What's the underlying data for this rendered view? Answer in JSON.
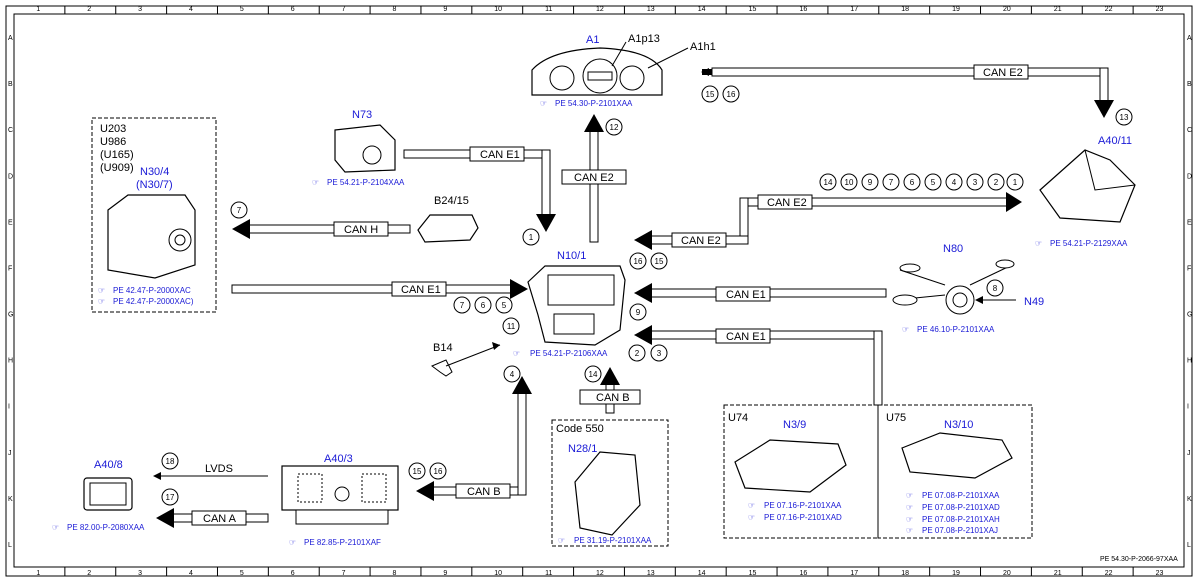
{
  "grid": {
    "columns": [
      "1",
      "2",
      "3",
      "4",
      "5",
      "6",
      "7",
      "8",
      "9",
      "10",
      "11",
      "12",
      "13",
      "14",
      "15",
      "16",
      "17",
      "18",
      "19",
      "20",
      "21",
      "22",
      "23"
    ],
    "rows": [
      "A",
      "B",
      "C",
      "D",
      "E",
      "F",
      "G",
      "H",
      "I",
      "J",
      "K",
      "L"
    ]
  },
  "document_number": "PE 54.30-P-2066-97XAA",
  "components": {
    "a1": {
      "label": "A1",
      "sub1": "A1p13",
      "sub2": "A1h1",
      "ref": "PE 54.30-P-2101XAA"
    },
    "a40_11": {
      "label": "A40/11",
      "ref": "PE 54.21-P-2129XAA"
    },
    "n73": {
      "label": "N73",
      "ref": "PE 54.21-P-2104XAA"
    },
    "n30": {
      "variants": [
        "U203",
        "U986",
        "(U165)",
        "(U909)"
      ],
      "label": "N30/4",
      "label2": "(N30/7)",
      "ref1": "PE 42.47-P-2000XAC",
      "ref2": "PE 42.47-P-2000XAC)"
    },
    "b24": {
      "label": "B24/15"
    },
    "n10": {
      "label": "N10/1",
      "ref": "PE 54.21-P-2106XAA"
    },
    "b14": {
      "label": "B14"
    },
    "n80": {
      "label": "N80",
      "label2": "N49",
      "ref": "PE 46.10-P-2101XAA"
    },
    "n28": {
      "code": "Code 550",
      "label": "N28/1",
      "ref": "PE 31.19-P-2101XAA"
    },
    "n3_9": {
      "variant": "U74",
      "label": "N3/9",
      "ref1": "PE 07.16-P-2101XAA",
      "ref2": "PE 07.16-P-2101XAD"
    },
    "n3_10": {
      "variant": "U75",
      "label": "N3/10",
      "refs": [
        "PE 07.08-P-2101XAA",
        "PE 07.08-P-2101XAD",
        "PE 07.08-P-2101XAH",
        "PE 07.08-P-2101XAJ"
      ]
    },
    "a40_3": {
      "label": "A40/3",
      "ref": "PE 82.85-P-2101XAF"
    },
    "a40_8": {
      "label": "A40/8",
      "ref": "PE 82.00-P-2080XAA"
    }
  },
  "buses": {
    "can_e2_top": "CAN E2",
    "can_e1_n73": "CAN E1",
    "can_e2_up": "CAN E2",
    "can_e2_right": "CAN E2",
    "can_e2_left": "CAN E2",
    "can_h": "CAN H",
    "can_e1_left": "CAN E1",
    "can_e1_n80": "CAN E1",
    "can_e1_ecu": "CAN E1",
    "can_b_n28": "CAN B",
    "can_b_a40": "CAN B",
    "can_a": "CAN A",
    "lvds": "LVDS"
  },
  "callouts": {
    "c15a": "15",
    "c16a": "16",
    "c13": "13",
    "c12": "12",
    "c14": "14",
    "c10": "10",
    "c9": "9",
    "c7": "7",
    "c6": "6",
    "c5": "5",
    "c4": "4",
    "c3": "3",
    "c2": "2",
    "c1": "1",
    "c7b": "7",
    "c1b": "1",
    "c16b": "16",
    "c15b": "15",
    "c7c": "7",
    "c6c": "6",
    "c5c": "5",
    "c11": "11",
    "c8": "8",
    "c9b": "9",
    "c2b": "2",
    "c3b": "3",
    "c4b": "4",
    "c14b": "14",
    "c15c": "15",
    "c16c": "16",
    "c18": "18",
    "c17": "17"
  }
}
